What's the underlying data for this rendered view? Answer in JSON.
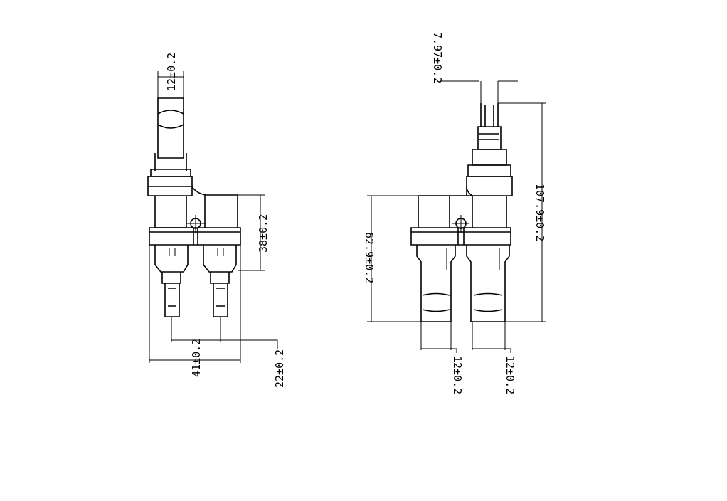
{
  "left_view": {
    "dim_top": "12±0.2",
    "dim_height": "38±0.2",
    "dim_pitch": "22±0.2",
    "dim_width": "41±0.2"
  },
  "right_view": {
    "dim_top": "7.97±0.2",
    "dim_total": "107.9±0.2",
    "dim_mid": "62.9±0.2",
    "dim_left_bottom": "12±0.2",
    "dim_right_bottom": "12±0.2"
  }
}
